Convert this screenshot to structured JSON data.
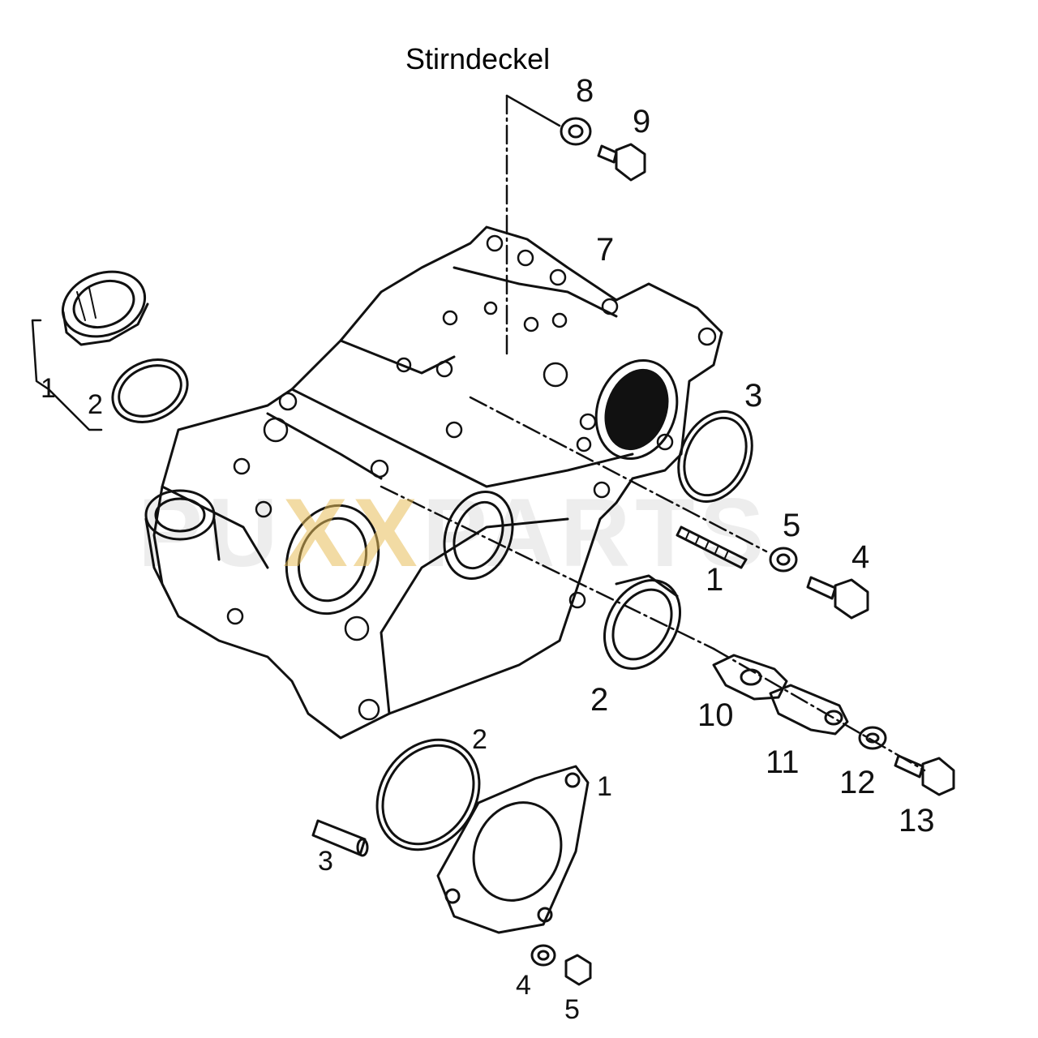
{
  "title": "Stirndeckel",
  "watermark": {
    "prefix": "PU",
    "highlight": "XX",
    "suffix": "PARTS",
    "accent_color": "#e8be5a"
  },
  "callouts": {
    "c8": "8",
    "c9": "9",
    "c7": "7",
    "c3_right": "3",
    "c5_right": "5",
    "c4_right": "4",
    "c1_right": "1",
    "c2_mid": "2",
    "c10": "10",
    "c11": "11",
    "c12": "12",
    "c13": "13",
    "c1_left": "1",
    "c2_left": "2",
    "c2_bottom": "2",
    "c1_bottom": "1",
    "c3_bottom": "3",
    "c4_bottom": "4",
    "c5_bottom": "5"
  }
}
